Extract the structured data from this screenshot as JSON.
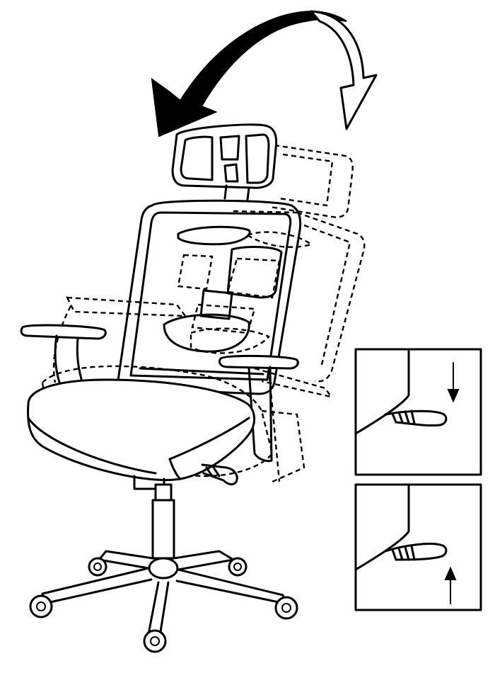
{
  "figure": {
    "subject": "office-chair-recline-adjustment",
    "colors": {
      "ink": "#000000",
      "paper": "#ffffff"
    },
    "icons": [
      "recline-back-arrow-icon",
      "return-forward-arrow-icon",
      "lever-press-down-arrow-icon",
      "lever-release-up-arrow-icon"
    ],
    "insets": [
      {
        "id": "lever-press-down",
        "arrow": "down"
      },
      {
        "id": "lever-release-up",
        "arrow": "up"
      }
    ]
  }
}
